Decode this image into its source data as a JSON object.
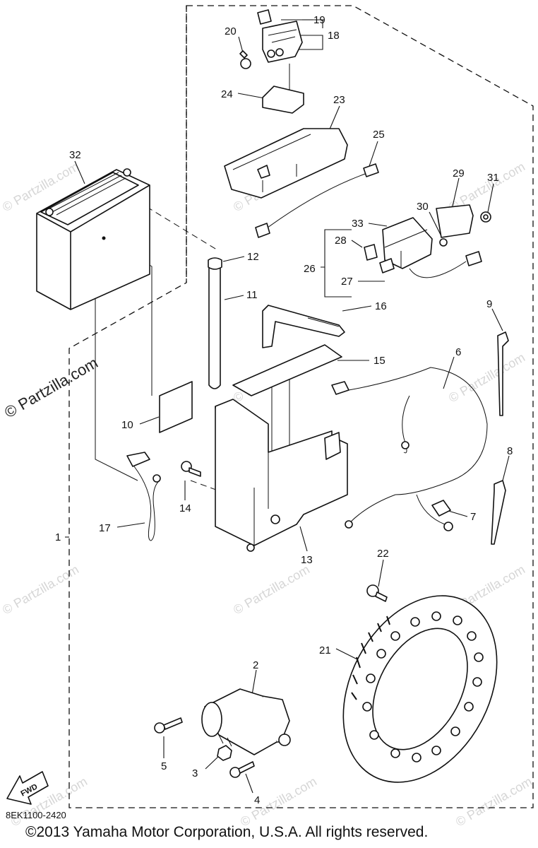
{
  "diagram": {
    "part_labels": [
      "1",
      "2",
      "3",
      "4",
      "5",
      "6",
      "7",
      "8",
      "9",
      "10",
      "11",
      "12",
      "13",
      "14",
      "15",
      "16",
      "17",
      "18",
      "19",
      "20",
      "21",
      "22",
      "23",
      "24",
      "25",
      "26",
      "27",
      "28",
      "29",
      "30",
      "31",
      "32",
      "33"
    ],
    "watermark": "© Partzilla.com",
    "fwd_label": "FWD",
    "diagram_code": "8EK1100-2420",
    "copyright": "©2013 Yamaha Motor Corporation, U.S.A. All rights reserved."
  }
}
